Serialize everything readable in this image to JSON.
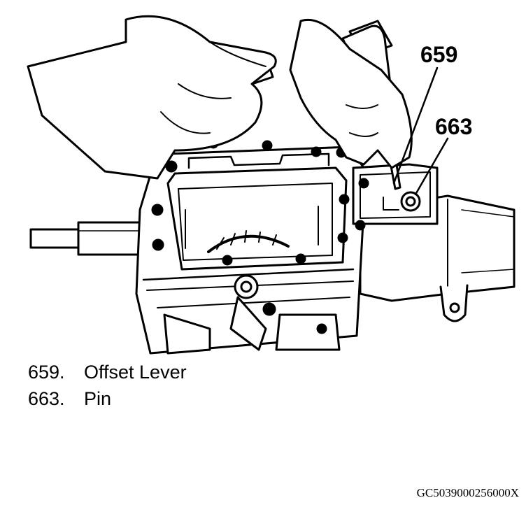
{
  "callouts": {
    "offset_lever": "659",
    "pin": "663"
  },
  "legend": [
    {
      "number": "659.",
      "text": "Offset Lever"
    },
    {
      "number": "663.",
      "text": "Pin"
    }
  ],
  "figure_code": "GC5039000256000X",
  "colors": {
    "ink": "#000000",
    "paper": "#ffffff"
  }
}
